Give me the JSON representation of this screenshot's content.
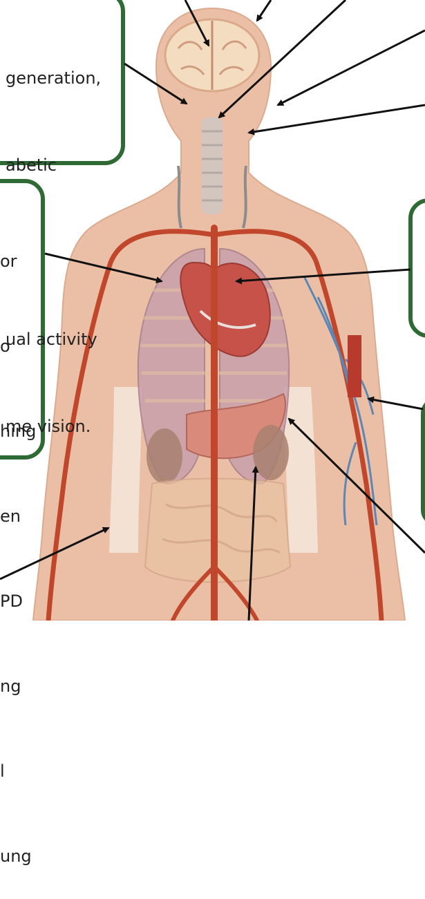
{
  "colors": {
    "skin": "#ebbfa6",
    "skin_dark": "#d9a78c",
    "box_border": "#2e6b34",
    "artery": "#c0472b",
    "vein": "#5b86b5",
    "arrow": "#111111",
    "text": "#222222"
  },
  "callouts": {
    "eye": {
      "lines": [
        "generation,",
        "abetic",
        "",
        "ual activity",
        "me vision."
      ]
    },
    "lung": {
      "lines": [
        "or",
        "o",
        "hing",
        "en",
        "PD",
        "ng",
        "l",
        "ung"
      ]
    },
    "heart": {
      "lines": []
    },
    "arm": {
      "lines": []
    }
  },
  "icons": [
    "brain-icon",
    "heart-icon",
    "lungs-icon",
    "liver-icon",
    "kidney-icon",
    "trachea-icon",
    "artery-icon",
    "vein-icon"
  ]
}
